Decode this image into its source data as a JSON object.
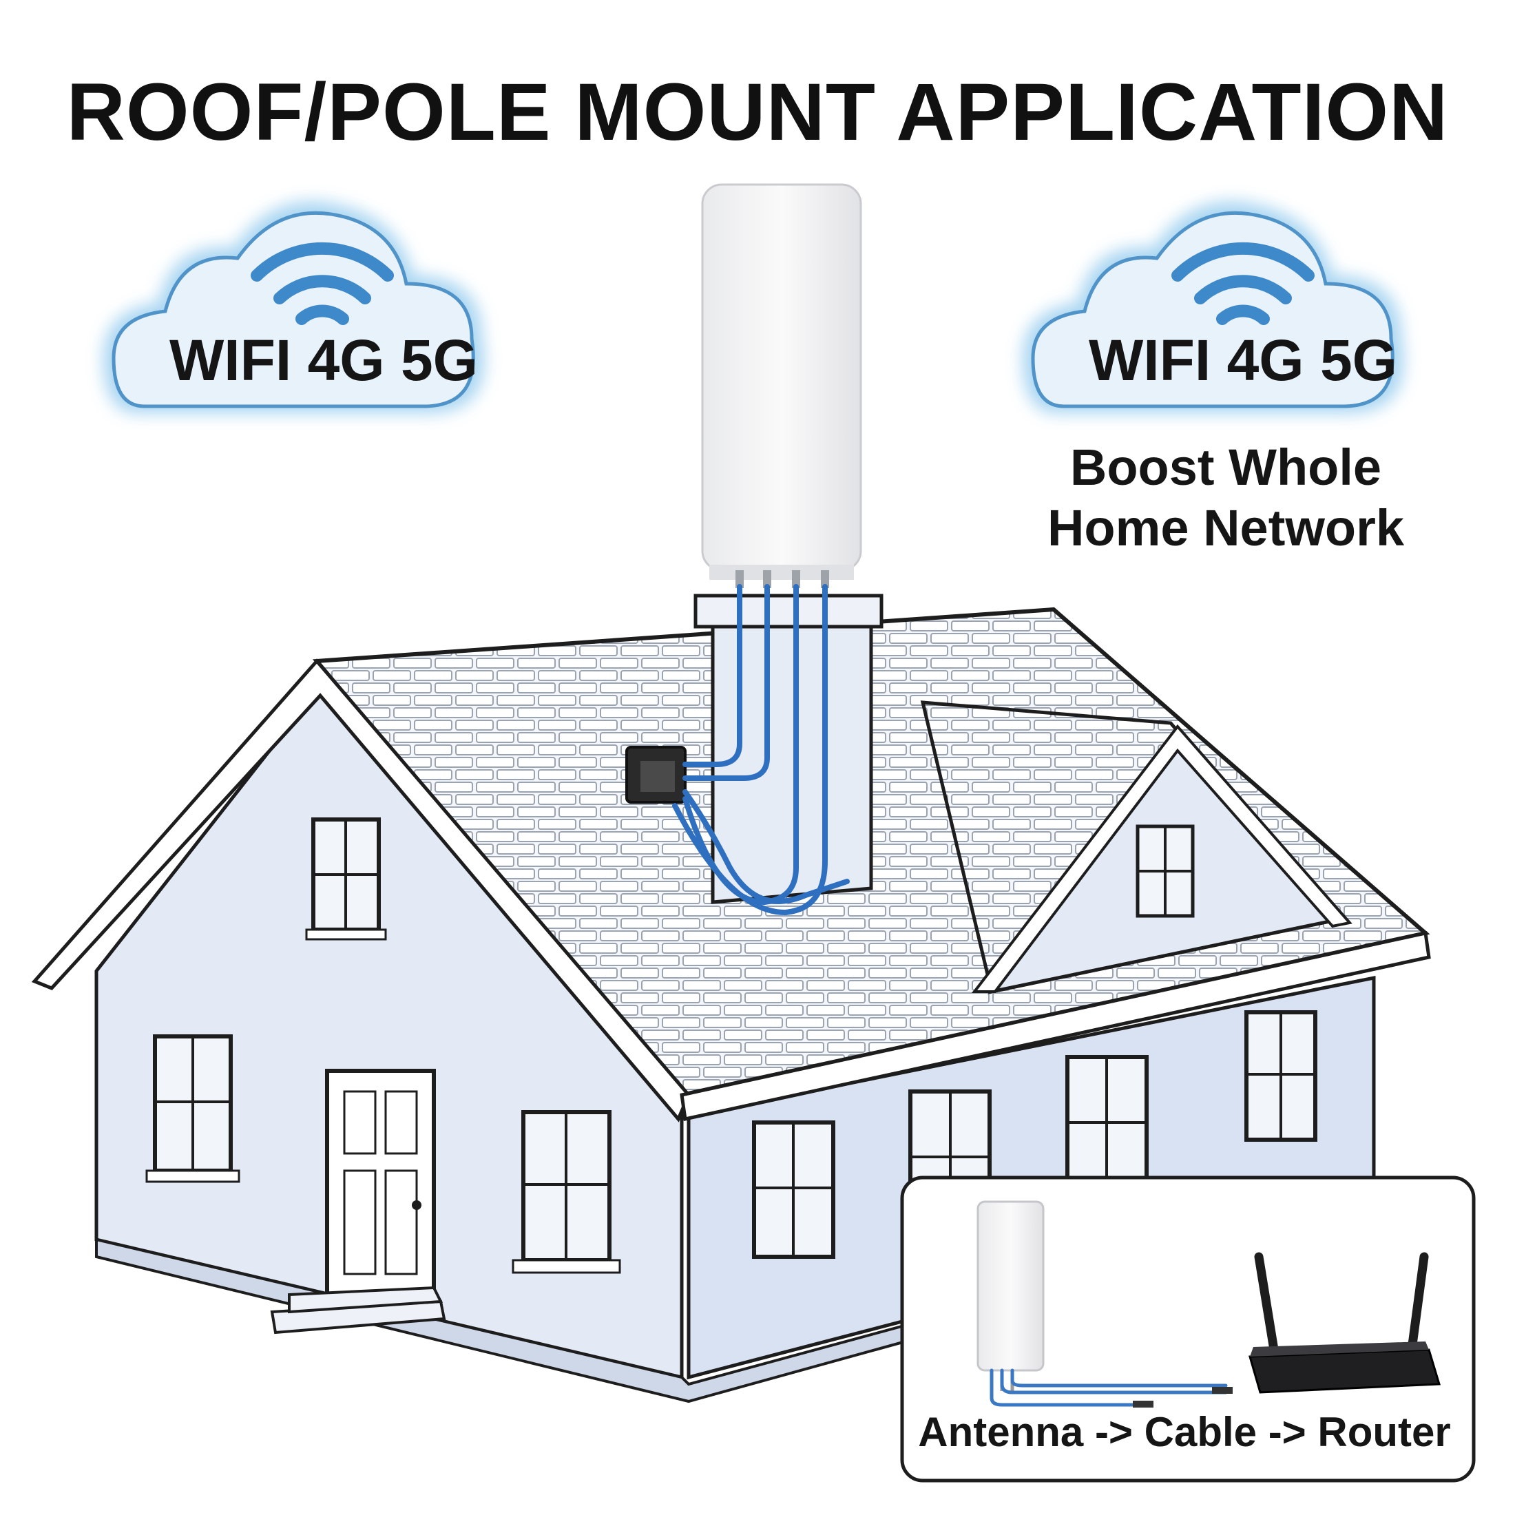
{
  "title": "ROOF/POLE MOUNT APPLICATION",
  "clouds": [
    {
      "label": "WIFI 4G 5G",
      "icon": "wifi-icon"
    },
    {
      "label": "WIFI 4G 5G",
      "icon": "wifi-icon"
    }
  ],
  "boost_text": [
    "Boost Whole",
    "Home Network"
  ],
  "inset": {
    "caption": "Antenna -> Cable -> Router"
  },
  "colors": {
    "cable_blue": "#2f6fc0",
    "cloud_glow": "#8fc3ea",
    "house_wall": "#dfe7f5",
    "roof": "#f3f5f9"
  }
}
